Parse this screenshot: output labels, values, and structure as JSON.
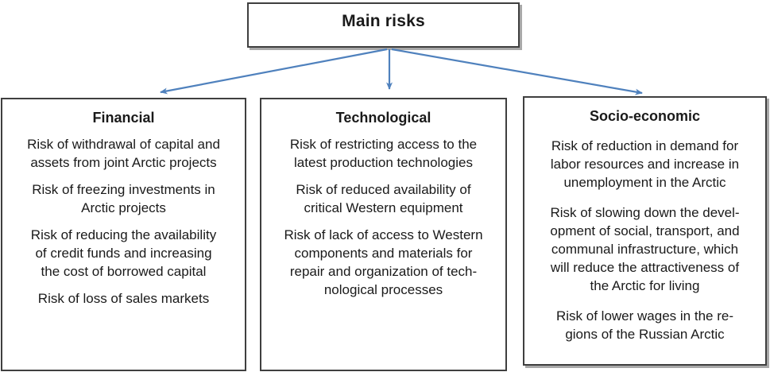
{
  "colors": {
    "arrow": "#4f81bd",
    "box_border": "#3f3f3f",
    "text": "#1a1a1a",
    "shadow": "#a8a8a8"
  },
  "diagram": {
    "root_label": "Main risks",
    "categories": [
      {
        "title": "Financial",
        "risks": [
          "Risk of withdrawal of capital and\nassets from joint Arctic projects",
          "Risk of freezing investments in\nArctic projects",
          "Risk of reducing the availability\nof credit funds and increasing\nthe cost of borrowed capital",
          "Risk of loss of sales markets"
        ]
      },
      {
        "title": "Technological",
        "risks": [
          "Risk of restricting access to the\nlatest production technologies",
          "Risk of reduced availability of\ncritical Western equipment",
          "Risk of lack of access to Western\ncomponents and materials for\nrepair and organization of tech-\nnological processes"
        ]
      },
      {
        "title": "Socio-economic",
        "risks": [
          "Risk of reduction in demand for\nlabor resources and increase in\nunemployment in the Arctic",
          "Risk of slowing down the devel-\nopment of social, transport, and\ncommunal infrastructure, which\nwill reduce the attractiveness of\nthe Arctic for living",
          "Risk of lower wages in the re-\ngions of the Russian Arctic"
        ]
      }
    ]
  }
}
